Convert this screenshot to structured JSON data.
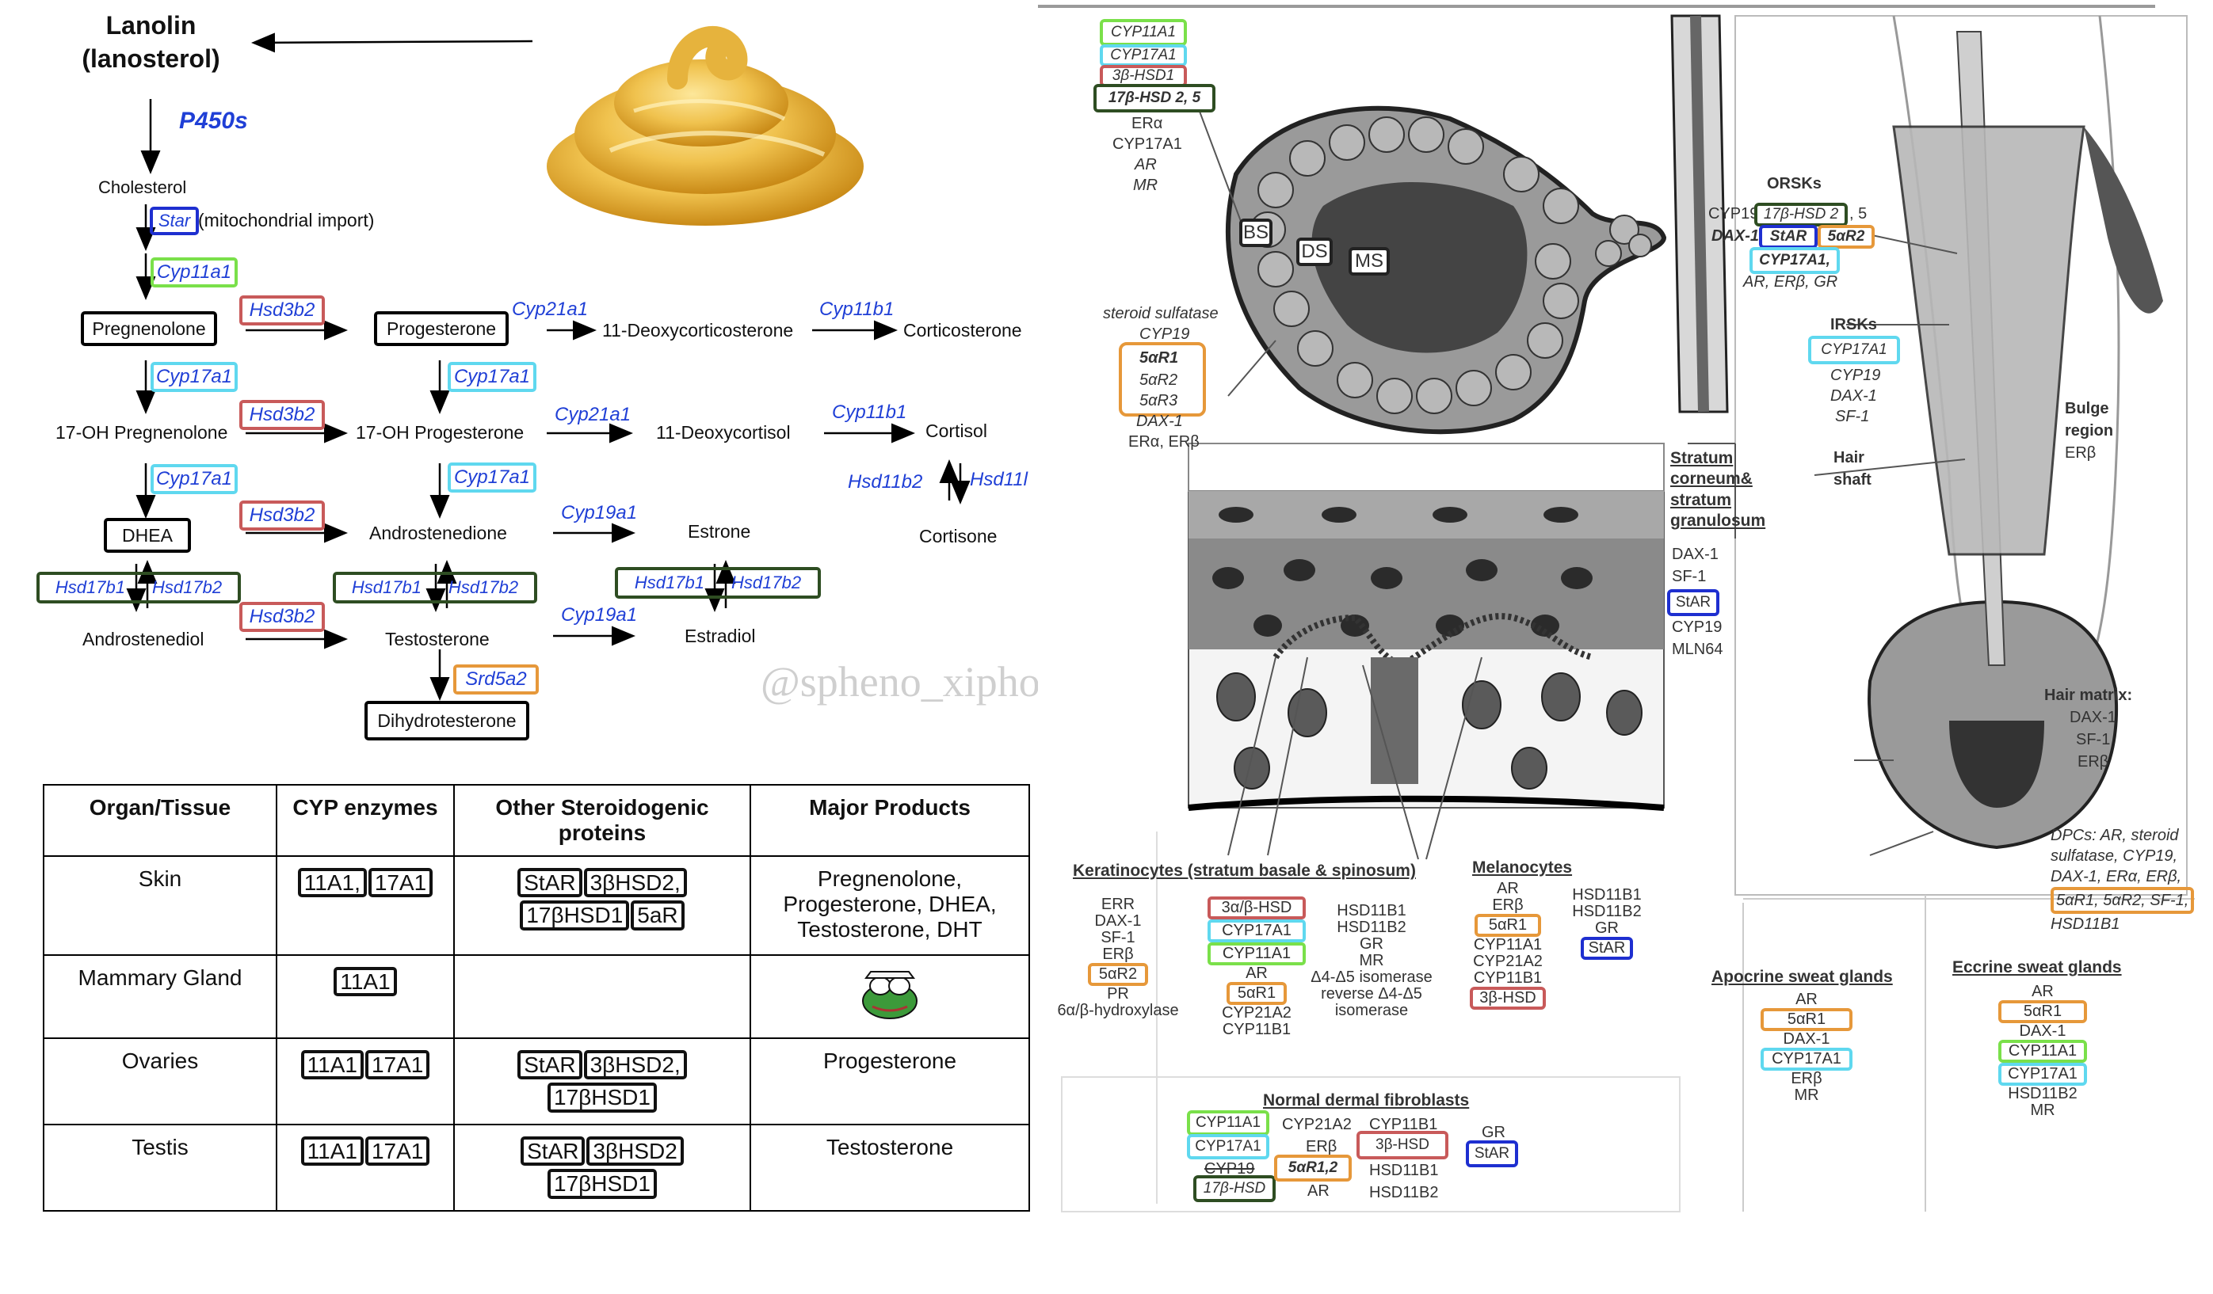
{
  "pathway": {
    "lanolin": "Lanolin",
    "lanosterol": "(lanosterol)",
    "p450": "P450s",
    "cholesterol": "Cholesterol",
    "star": "Star",
    "mito_import": "(mitochondrial import)",
    "cyp11a1": "Cyp11a1",
    "pregnenolone": "Pregnenolone",
    "progesterone": "Progesterone",
    "hsd3b2": "Hsd3b2",
    "cyp21a1": "Cyp21a1",
    "deoxycorticosterone": "11-Deoxycorticosterone",
    "cyp11b1": "Cyp11b1",
    "corticosterone": "Corticosterone",
    "cyp17a1": "Cyp17a1",
    "oh_pregnenolone": "17-OH Pregnenolone",
    "oh_progesterone": "17-OH Progesterone",
    "deoxycortisol": "11-Deoxycortisol",
    "cortisol": "Cortisol",
    "hsd11b2": "Hsd11b2",
    "hsd11b1_cut": "Hsd11l",
    "cortisone": "Cortisone",
    "dhea": "DHEA",
    "androstenedione": "Androstenedione",
    "cyp19a1": "Cyp19a1",
    "estrone": "Estrone",
    "hsd17b1": "Hsd17b1",
    "hsd17b2": "Hsd17b2",
    "androstenediol": "Androstenediol",
    "testosterone": "Testosterone",
    "estradiol": "Estradiol",
    "srd5a2": "Srd5a2",
    "dht": "Dihydrotesterone",
    "watermark": "@spheno_xiphoid"
  },
  "table": {
    "headers": [
      "Organ/Tissue",
      "CYP enzymes",
      "Other Steroidogenic proteins",
      "Major Products"
    ],
    "rows": [
      {
        "organ": "Skin",
        "cyp": [
          "11A1,",
          "17A1"
        ],
        "other": [
          "StAR",
          "3βHSD2,",
          "17βHSD1",
          "5aR"
        ],
        "products": "Pregnenolone, Progesterone, DHEA, Testosterone, DHT"
      },
      {
        "organ": "Mammary Gland",
        "cyp": [
          "11A1"
        ],
        "other": [],
        "products": ""
      },
      {
        "organ": "Ovaries",
        "cyp": [
          "11A1",
          "17A1"
        ],
        "other": [
          "StAR",
          "3βHSD2,",
          "17βHSD1"
        ],
        "products": "Progesterone"
      },
      {
        "organ": "Testis",
        "cyp": [
          "11A1",
          "17A1"
        ],
        "other": [
          "StAR",
          "3βHSD2",
          "17βHSD1"
        ],
        "products": "Testosterone"
      }
    ]
  },
  "right_panel": {
    "gland_top": [
      "CYP11A1",
      "CYP17A1",
      "3β-HSD1",
      "17β-HSD 2, 5",
      "ERα",
      "CYP17A1",
      "AR",
      "MR"
    ],
    "bs": "BS",
    "ds": "DS",
    "ms": "MS",
    "sebocyte_side": [
      "steroid sulfatase",
      "CYP19",
      "5αR1",
      "5αR2",
      "5αR3",
      "DAX-1",
      "ERα, ERβ"
    ],
    "stratum_head": [
      "Stratum",
      "corneum&",
      "stratum",
      "granulosum"
    ],
    "stratum_items": [
      "DAX-1",
      "SF-1",
      "StAR",
      "CYP19",
      "MLN64"
    ],
    "orsks_head": "ORSKs",
    "orsks_items": [
      "CYP19",
      "17β-HSD 2",
      ", 5",
      "DAX-1",
      "StAR",
      "5αR2",
      "CYP17A1,",
      "AR, ERβ, GR"
    ],
    "irsks_head": "IRSKs",
    "irsks_items": [
      "CYP17A1",
      "CYP19",
      "DAX-1",
      "SF-1"
    ],
    "hair_shaft": [
      "Hair",
      "shaft"
    ],
    "bulge": [
      "Bulge",
      "region",
      "ERβ"
    ],
    "matrix_head": "Hair matrix:",
    "matrix_items": [
      "DAX-1",
      "SF-1",
      "ERβ"
    ],
    "dpcs": [
      "DPCs: AR, steroid",
      "sulfatase, CYP19,",
      "DAX-1, ERα, ERβ,",
      "5αR1, 5αR2, SF-1,",
      "HSD11B1"
    ],
    "kera_head": "Keratinocytes (stratum basale & spinosum)",
    "kera_col1": [
      "ERR",
      "DAX-1",
      "SF-1",
      "ERβ",
      "5αR2",
      "PR",
      "6α/β-hydroxylase"
    ],
    "kera_col2": [
      "3α/β-HSD",
      "CYP17A1",
      "CYP11A1",
      "AR",
      "5αR1",
      "CYP21A2",
      "CYP11B1"
    ],
    "kera_col3": [
      "HSD11B1",
      "HSD11B2",
      "GR",
      "MR",
      "Δ4-Δ5 isomerase",
      "reverse Δ4-Δ5",
      "isomerase"
    ],
    "mel_head": "Melanocytes",
    "mel_col1": [
      "AR",
      "ERβ",
      "5αR1",
      "CYP11A1",
      "CYP21A2",
      "CYP11B1",
      "3β-HSD"
    ],
    "mel_col2": [
      "HSD11B1",
      "HSD11B2",
      "GR",
      "StAR"
    ],
    "fib_head": "Normal dermal fibroblasts",
    "fib_items": [
      "CYP11A1",
      "CYP17A1",
      "CYP19",
      "17β-HSD",
      "CYP21A2",
      "ERβ",
      "5αR1,2",
      "AR",
      "CYP11B1",
      "3β-HSD",
      "HSD11B1",
      "HSD11B2",
      "GR",
      "StAR"
    ],
    "apo_head": "Apocrine sweat glands",
    "apo_items": [
      "AR",
      "5αR1",
      "DAX-1",
      "CYP17A1",
      "ERβ",
      "MR"
    ],
    "ecc_head": "Eccrine sweat glands",
    "ecc_items": [
      "AR",
      "5αR1",
      "DAX-1",
      "CYP11A1",
      "CYP17A1",
      "HSD11B2",
      "MR"
    ]
  },
  "colors": {
    "green": "#7ae04a",
    "cyan": "#5fd8ef",
    "red": "#c85a5a",
    "blue": "#1e2fd0",
    "dark_green": "#2e4d22",
    "orange": "#e6983a",
    "gene_blue": "#1f3fd6"
  }
}
